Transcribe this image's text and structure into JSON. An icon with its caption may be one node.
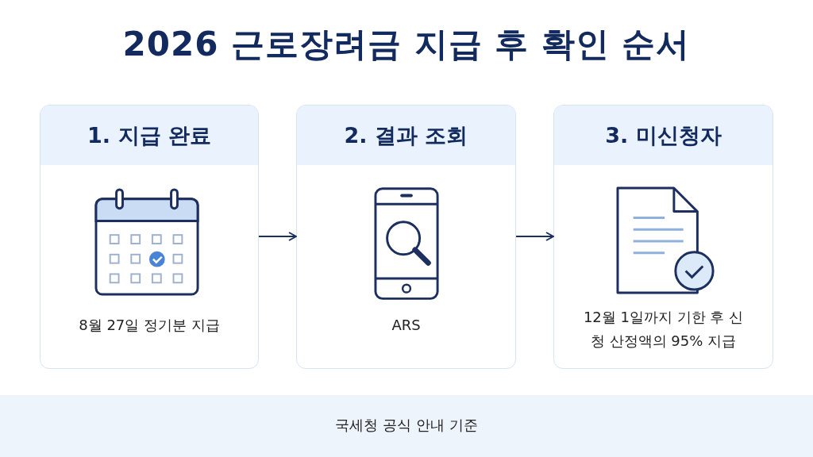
{
  "diagram": {
    "title": "2026 근로장려금 지급 후 확인 순서",
    "nodes": [
      {
        "text": [
          "1. 지급 완료",
          "8월 27일 정기분 지급"
        ]
      },
      {
        "text": [
          "2. 결과 조회",
          "ARS"
        ]
      },
      {
        "text": [
          "3. 미신청자",
          "12월 1일까지 기한 후 신청 산정액의 95% 지급"
        ]
      }
    ],
    "edges": [
      {
        "from": 0,
        "to": 1,
        "arrow": "to"
      },
      {
        "from": 1,
        "to": 2,
        "arrow": "to"
      }
    ],
    "caption": "국세청 공식 안내 기준"
  }
}
